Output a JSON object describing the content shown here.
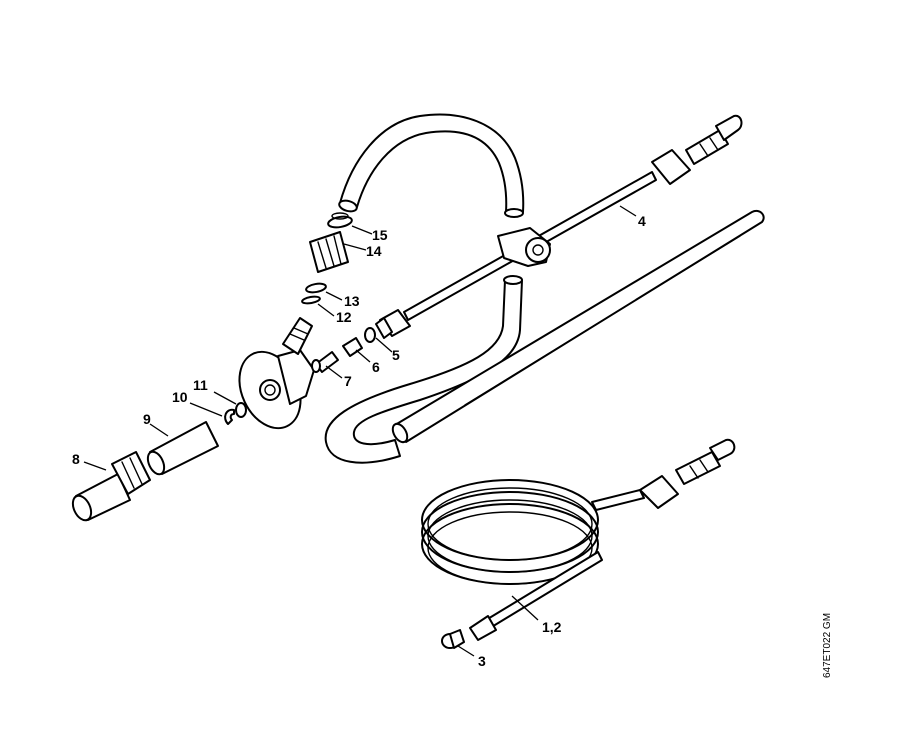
{
  "labels": {
    "p1_2": "1,2",
    "p3": "3",
    "p4": "4",
    "p5": "5",
    "p6": "6",
    "p7": "7",
    "p8": "8",
    "p9": "9",
    "p10": "10",
    "p11": "11",
    "p12": "12",
    "p13": "13",
    "p14": "14",
    "p15": "15"
  },
  "drawing_code": "647ET022 GM"
}
